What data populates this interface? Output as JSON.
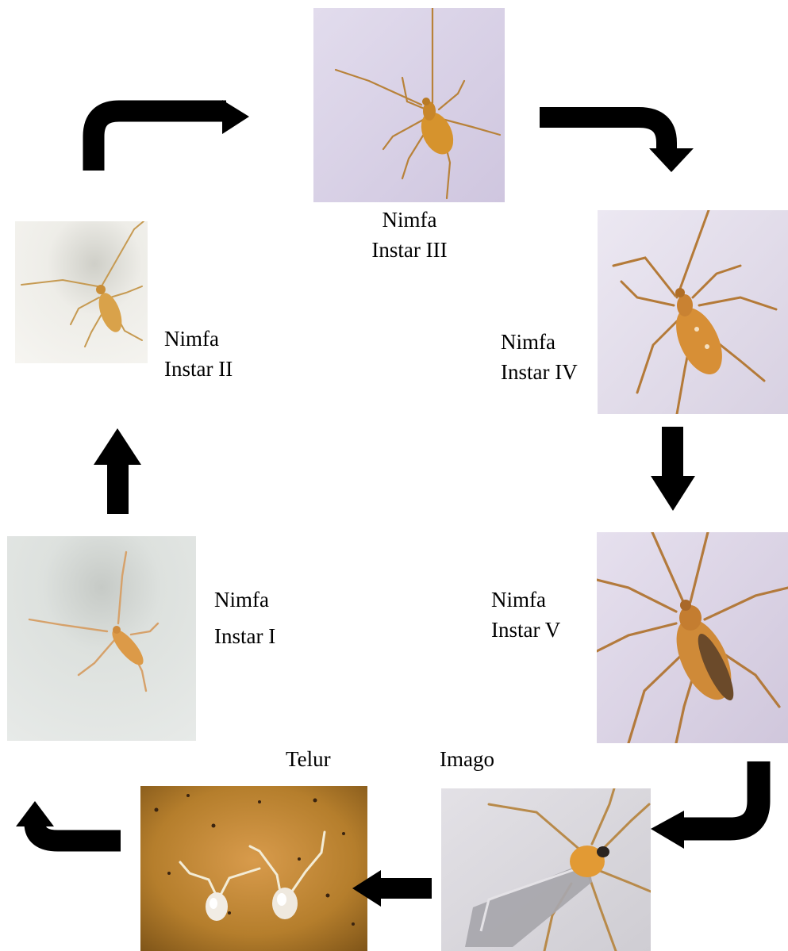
{
  "stages": {
    "telur": {
      "label": "Telur"
    },
    "instar1": {
      "line1": "Nimfa",
      "line2": "Instar I"
    },
    "instar2": {
      "line1": "Nimfa",
      "line2": "Instar II"
    },
    "instar3": {
      "line1": "Nimfa",
      "line2": "Instar III"
    },
    "instar4": {
      "line1": "Nimfa",
      "line2": "Instar IV"
    },
    "instar5": {
      "line1": "Nimfa",
      "line2": "Instar V"
    },
    "imago": {
      "label": "Imago"
    }
  },
  "colors": {
    "arrow": "#000000",
    "egg_background": "#b57e2c",
    "nymph_lilac_background": "#ddd6e8",
    "nymph_gray_background": "#dfe3e1",
    "insect_body": "#d4922e"
  },
  "icons": {
    "arrow": "thick-black-arrow-icon"
  }
}
